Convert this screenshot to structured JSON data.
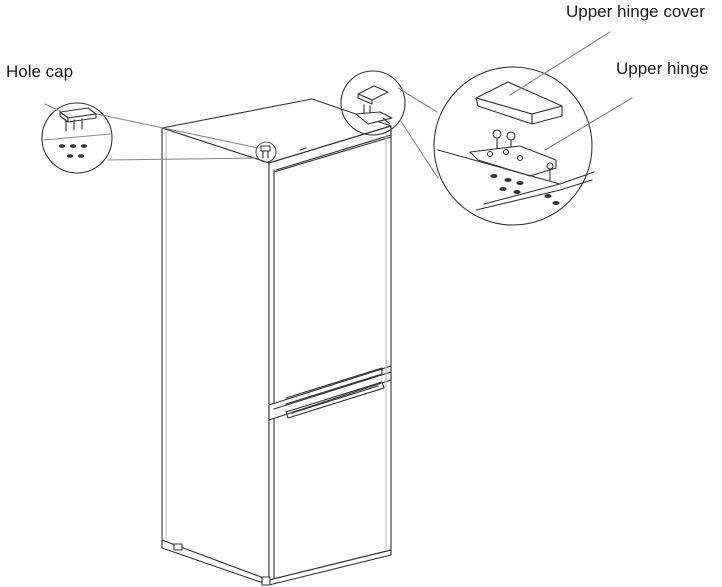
{
  "labels": {
    "hole_cap": "Hole cap",
    "upper_hinge_cover": "Upper hinge cover",
    "upper_hinge": "Upper hinge"
  },
  "colors": {
    "line": "#333333",
    "leader": "#7a7a7a",
    "background": "#ffffff"
  }
}
